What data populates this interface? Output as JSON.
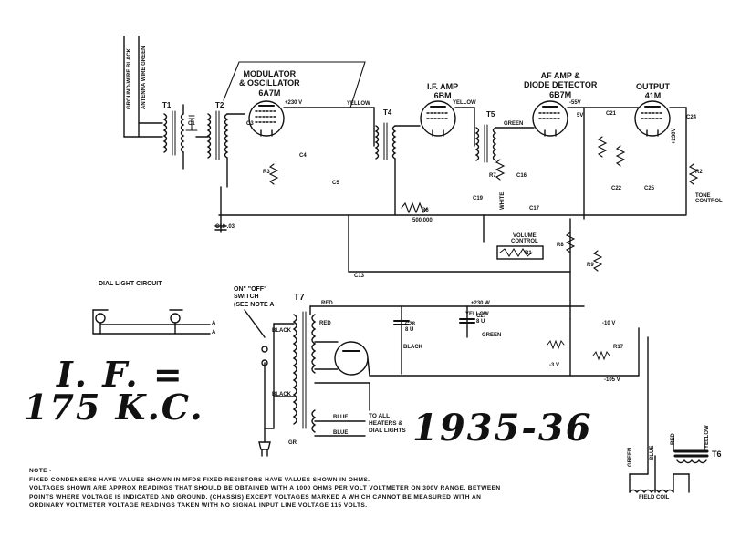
{
  "labels": {
    "ground_wire": "GROUND-WIRE BLACK",
    "antenna_wire": "ANTENNA WIRE GREEN",
    "tube_mod": [
      "MODULATOR",
      "& OSCILLATOR",
      "6A7M"
    ],
    "tube_if": [
      "I.F. AMP",
      "6BM"
    ],
    "tube_af": [
      "AF AMP &",
      "DIODE DETECTOR",
      "6B7M"
    ],
    "tube_out": [
      "OUTPUT",
      "41M"
    ],
    "t1": "T1",
    "t2": "T2",
    "t4": "T4",
    "t5": "T5",
    "t7": "T7",
    "t6": "T6",
    "v230_top": "+230 V",
    "v230_mid": "+230 W",
    "v230_out": "+230V",
    "yellow_1": "YELLOW",
    "yellow_2": "YELLOW",
    "yellow_3": "YELLOW",
    "yellow_4": "YELLOW",
    "green_1": "GREEN",
    "green_2": "GREEN",
    "green_3": "GREEN",
    "red_1": "RED",
    "red_2": "RED",
    "red_3": "RED",
    "blue_1": "BLUE",
    "blue_2": "BLUE",
    "blue_3": "BLUE",
    "black_1": "BLACK",
    "black_2": "BLACK",
    "black_3": "BLACK",
    "white_1": "WHITE",
    "r1": "R1",
    "r2": "R2",
    "r3": "R3",
    "r6": "R6",
    "r7": "R7",
    "r8": "R8",
    "r9": "R9",
    "r17": "R17",
    "c1": "C1",
    "c3": "C3",
    "c4": "C4",
    "c5": "C5",
    "c10": "C10 .03",
    "c13": "C13",
    "c16": "C16",
    "c17": "C17",
    "c19": "C19",
    "c21": "C21",
    "c22": "C22",
    "c24": "C24",
    "c25": "C25",
    "c27": "C27\n8 U",
    "c28": "C28\n8 U",
    "r6_val": "500,000",
    "volume_control": "VOLUME\nCONTROL",
    "tone_control": "TONE\nCONTROL",
    "m10v": "-10 V",
    "m3v": "-3 V",
    "m105v": "-105 V",
    "v55": "-55V",
    "v5v": "5V",
    "field_coil": "FIELD COIL",
    "dial_light_circuit": "DIAL LIGHT CIRCUIT",
    "on_off_switch": [
      "ON\" \"OFF\"",
      "SWITCH",
      "(SEE NOTE A"
    ],
    "to_all_heaters": [
      "TO ALL",
      "HEATERS &",
      "DIAL LIGHTS"
    ],
    "a_mark": "A",
    "gr": "GR",
    "if_line1": "I. F. =",
    "if_line2": "175 K.C.",
    "year": "1935-36"
  },
  "note": [
    "NOTE -",
    "FIXED CONDENSERS HAVE VALUES SHOWN IN MFDS   FIXED RESISTORS HAVE VALUES SHOWN IN OHMS.",
    "VOLTAGES SHOWN ARE APPROX READINGS THAT SHOULD BE OBTAINED WITH A 1000 OHMS PER VOLT VOLTMETER ON 300V RANGE, BETWEEN",
    "POINTS WHERE VOLTAGE IS INDICATED AND GROUND. (CHASSIS) EXCEPT VOLTAGES MARKED A WHICH CANNOT BE MEASURED WITH AN",
    "ORDINARY VOLTMETER   VOLTAGE READINGS TAKEN WITH NO SIGNAL INPUT   LINE VOLTAGE 115 VOLTS."
  ]
}
